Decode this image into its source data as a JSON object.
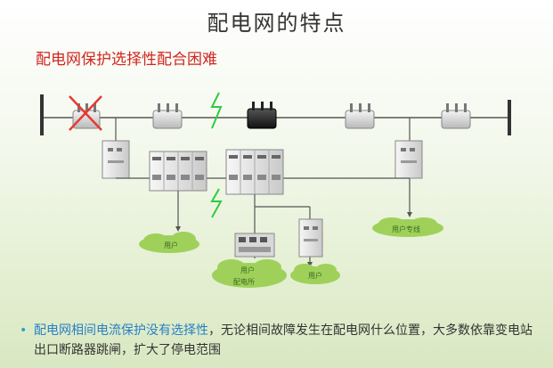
{
  "title": "配电网的特点",
  "subtitle": "配电网保护选择性配合困难",
  "clouds": {
    "user_left": "用户",
    "user_mid_line1": "用户",
    "user_mid_line2": "配电所",
    "user_right": "用户",
    "user_dedicated": "用户专线"
  },
  "bullet": {
    "highlight": "配电网相间电流保护没有选择性",
    "rest": "，无论相间故障发生在配电网什么位置，大多数依靠变电站出口断路器跳闸，扩大了停电范围"
  },
  "colors": {
    "title": "#333333",
    "subtitle": "#d0261e",
    "highlight": "#2a7fc6",
    "cloud": "#9fd15a",
    "fault_cross": "#e53935",
    "lightning": "#2ecc40"
  }
}
